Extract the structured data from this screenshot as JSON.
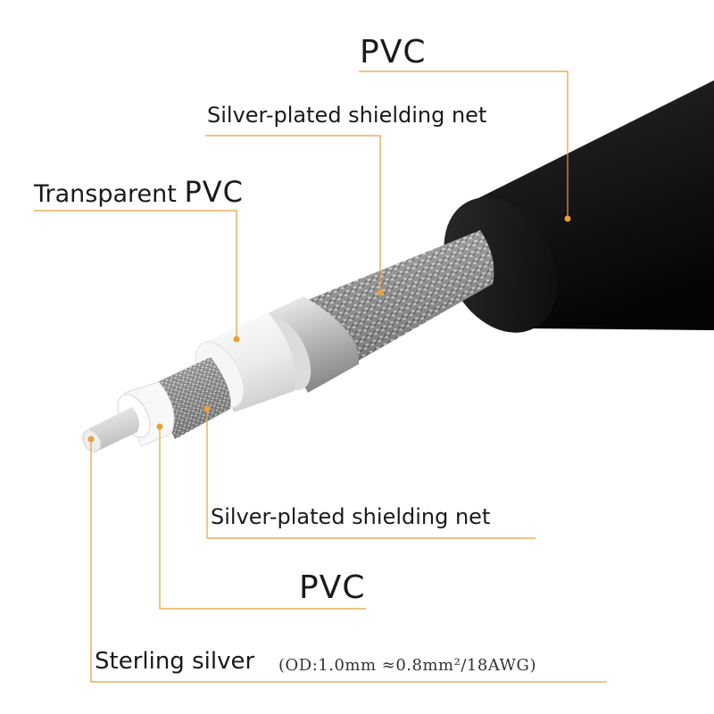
{
  "labels": {
    "outer_jacket": "PVC",
    "outer_shield": "Silver-plated shielding net",
    "transparent_prefix": "Transparent",
    "transparent_suffix": "PVC",
    "inner_shield": "Silver-plated shielding net",
    "inner_insulation": "PVC",
    "conductor": "Sterling silver",
    "conductor_spec": "(OD:1.0mm ≈0.8mm²/18AWG)"
  },
  "colors": {
    "leader_line": "#e6a13a",
    "jacket": "#161616",
    "text": "#1a1a1a"
  }
}
